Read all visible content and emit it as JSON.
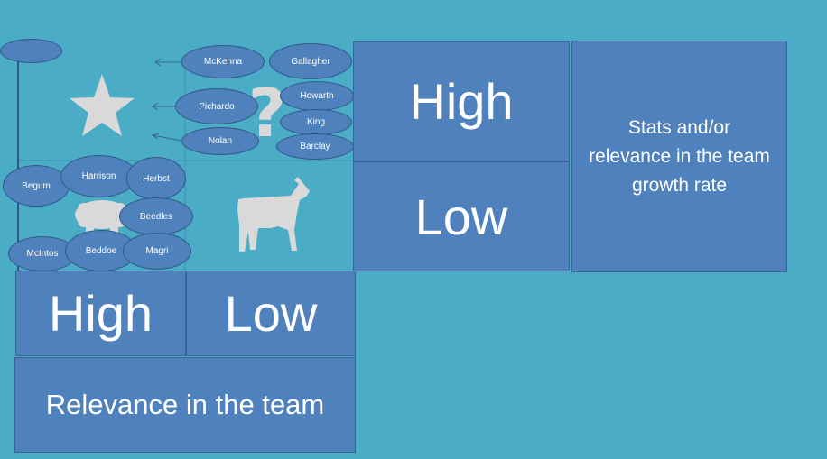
{
  "quadrant_icons": [
    "star-icon",
    "question-mark-icon",
    "cow-icon",
    "dog-icon"
  ],
  "axis_top": {
    "high": "High",
    "low": "Low"
  },
  "axis_side": {
    "high": "High",
    "low": "Low"
  },
  "axis_labels": {
    "vertical": "Stats and/or relevance in the team growth rate",
    "horizontal": "Relevance in the team"
  },
  "players": {
    "mckenna": "McKenna",
    "gallagher": "Gallagher",
    "pichardo": "Pichardo",
    "howarth": "Howarth",
    "king": "King",
    "nolan": "Nolan",
    "barclay": "Barclay",
    "begum": "Begum",
    "harrison": "Harrison",
    "herbst": "Herbst",
    "beedles": "Beedles",
    "mcintos": "McIntos",
    "beddoe": "Beddoe",
    "magri": "Magri"
  },
  "colors": {
    "background": "#4bacc6",
    "box": "#4f81bd",
    "icon": "#d9d9d9"
  }
}
